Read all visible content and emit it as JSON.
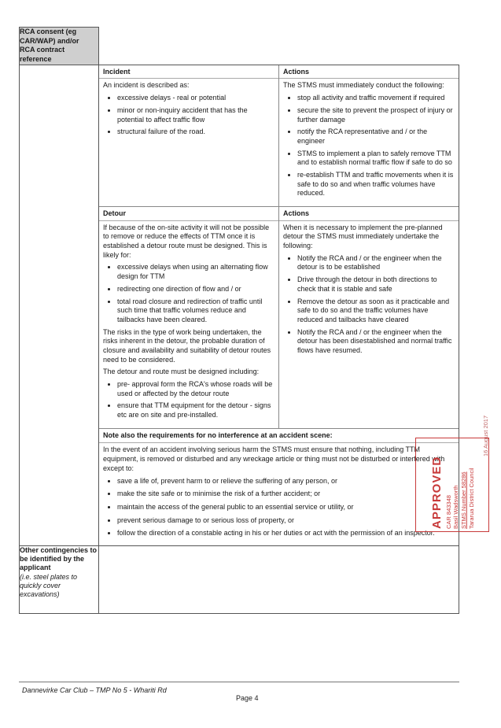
{
  "header": {
    "label_line1": "RCA consent (eg CAR/WAP) and/or",
    "label_line2": "RCA contract reference"
  },
  "incident": {
    "title": "Incident",
    "intro": "An incident is described as:",
    "items": [
      "excessive delays - real or potential",
      "minor or non-inquiry accident that has the potential to affect traffic flow",
      "structural failure of the road."
    ]
  },
  "incident_actions": {
    "title": "Actions",
    "intro": "The STMS must immediately conduct the following:",
    "items": [
      "stop all activity and traffic movement if required",
      "secure the site to prevent the prospect of injury or further damage",
      "notify the RCA representative and / or the engineer",
      "STMS to implement a plan to safely remove TTM and to establish normal traffic flow if safe to do so",
      "re-establish TTM and traffic movements when it is safe to do so and when traffic volumes have reduced."
    ]
  },
  "detour": {
    "title": "Detour",
    "intro": "If because of the on-site activity it will not be possible to remove or reduce the effects of TTM once it is established a detour route must be designed. This is likely for:",
    "items": [
      "excessive delays when using an alternating flow design for TTM",
      "redirecting one direction of flow and / or",
      "total road closure and redirection of traffic until such time that traffic volumes reduce and tailbacks have been cleared."
    ],
    "para2": "The risks in the type of work being undertaken, the risks inherent in the detour, the probable duration of closure and availability and suitability of detour routes need to be considered.",
    "para3": "The detour and route must be designed including:",
    "items2": [
      "pre- approval form the RCA's whose roads will be used or affected by the detour route",
      "ensure that TTM equipment for the detour - signs etc are on site and pre-installed."
    ]
  },
  "detour_actions": {
    "title": "Actions",
    "intro": "When it is necessary to implement the pre-planned detour the STMS must immediately undertake the following:",
    "items": [
      "Notify the RCA and / or the engineer when the detour is to be established",
      "Drive through the detour in both directions to check that it is stable and safe",
      "Remove the detour as soon as it practicable and safe to do so and the traffic volumes have reduced and tailbacks have cleared",
      "Notify the RCA and / or the engineer when the detour has been disestablished and normal traffic flows have resumed."
    ]
  },
  "note": {
    "title": "Note also the requirements for no interference at an accident scene:",
    "intro": "In the event of an accident involving serious harm the STMS must ensure that nothing, including TTM equipment, is removed or disturbed and any wreckage article or thing must not be disturbed or interfered with except to:",
    "items": [
      "save a life of, prevent harm to or relieve the suffering of any person, or",
      "make the site safe or to minimise the risk of a further accident; or",
      "maintain the access of the general public to an essential service or utility, or",
      "prevent serious damage to or serious loss of property, or",
      "follow the direction of a constable acting in his or her duties or act with the permission of an inspector."
    ]
  },
  "other": {
    "bold": "Other contingencies to be identified by the applicant",
    "italic": "(i.e. steel plates to quickly cover excavations)"
  },
  "footer": {
    "left": "Dannevirke Car Club – TMP No 5 - Whariti Rd",
    "page": "Page 4"
  },
  "stamp": {
    "word": "APPROVED",
    "car": "CAR 843348",
    "name": "Basil Wadsworth",
    "stms": "STMS Number 58286",
    "council": "Tararua District Council",
    "date": "16 August 2017",
    "color": "#c83a3a"
  }
}
